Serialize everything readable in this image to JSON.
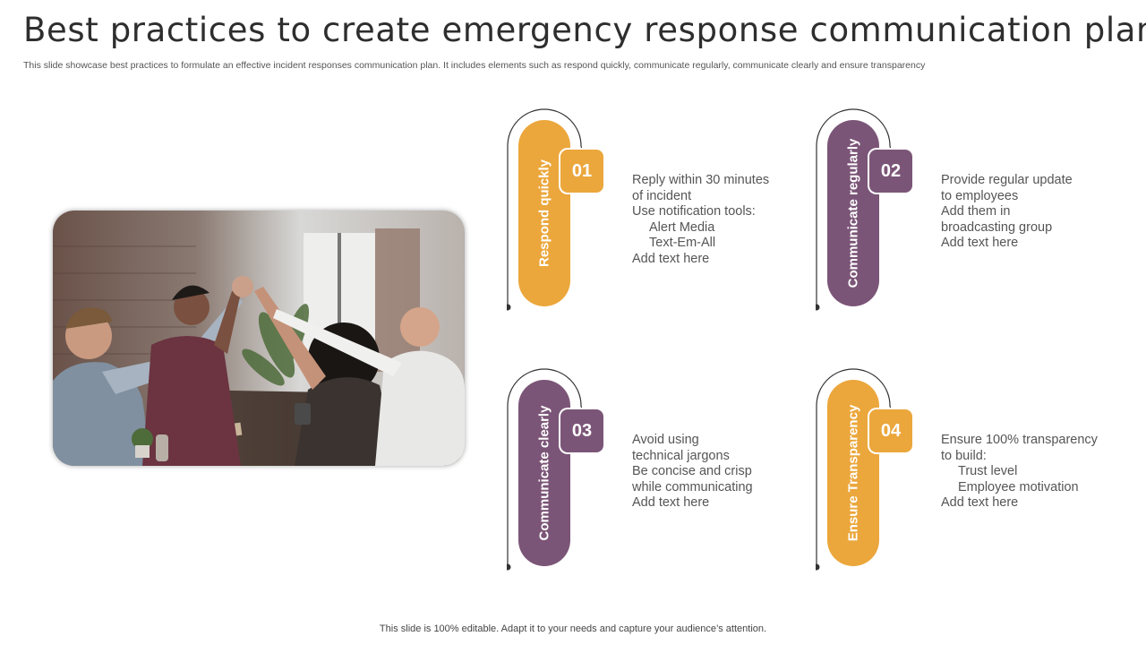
{
  "title": "Best practices to create emergency response communication plan",
  "subtitle": "This slide showcase best practices to formulate an effective incident responses communication plan. It includes elements such as respond quickly, communicate regularly, communicate clearly and ensure transparency",
  "footer": "This slide is 100% editable. Adapt it to your needs and capture your audience’s attention.",
  "colors": {
    "orange": "#EBA73C",
    "purple": "#7B5577",
    "line": "#333333"
  },
  "photo": {
    "icon": "team-high-five-photo"
  },
  "items": [
    {
      "label": "Respond quickly",
      "number": "01",
      "lines": [
        "Reply within 30 minutes",
        "of incident",
        "Use notification tools:",
        "Alert Media",
        "Text-Em-All",
        "Add text here"
      ]
    },
    {
      "label": "Communicate regularly",
      "number": "02",
      "lines": [
        "Provide regular update",
        "to employees",
        "Add them in",
        "broadcasting group",
        "Add text here"
      ]
    },
    {
      "label": "Communicate clearly",
      "number": "03",
      "lines": [
        "Avoid using",
        "technical jargons",
        "Be concise and crisp",
        "while communicating",
        "Add text here"
      ]
    },
    {
      "label": "Ensure Transparency",
      "number": "04",
      "lines": [
        "Ensure 100% transparency",
        "to build:",
        "Trust level",
        "Employee motivation",
        "Add text here"
      ]
    }
  ]
}
